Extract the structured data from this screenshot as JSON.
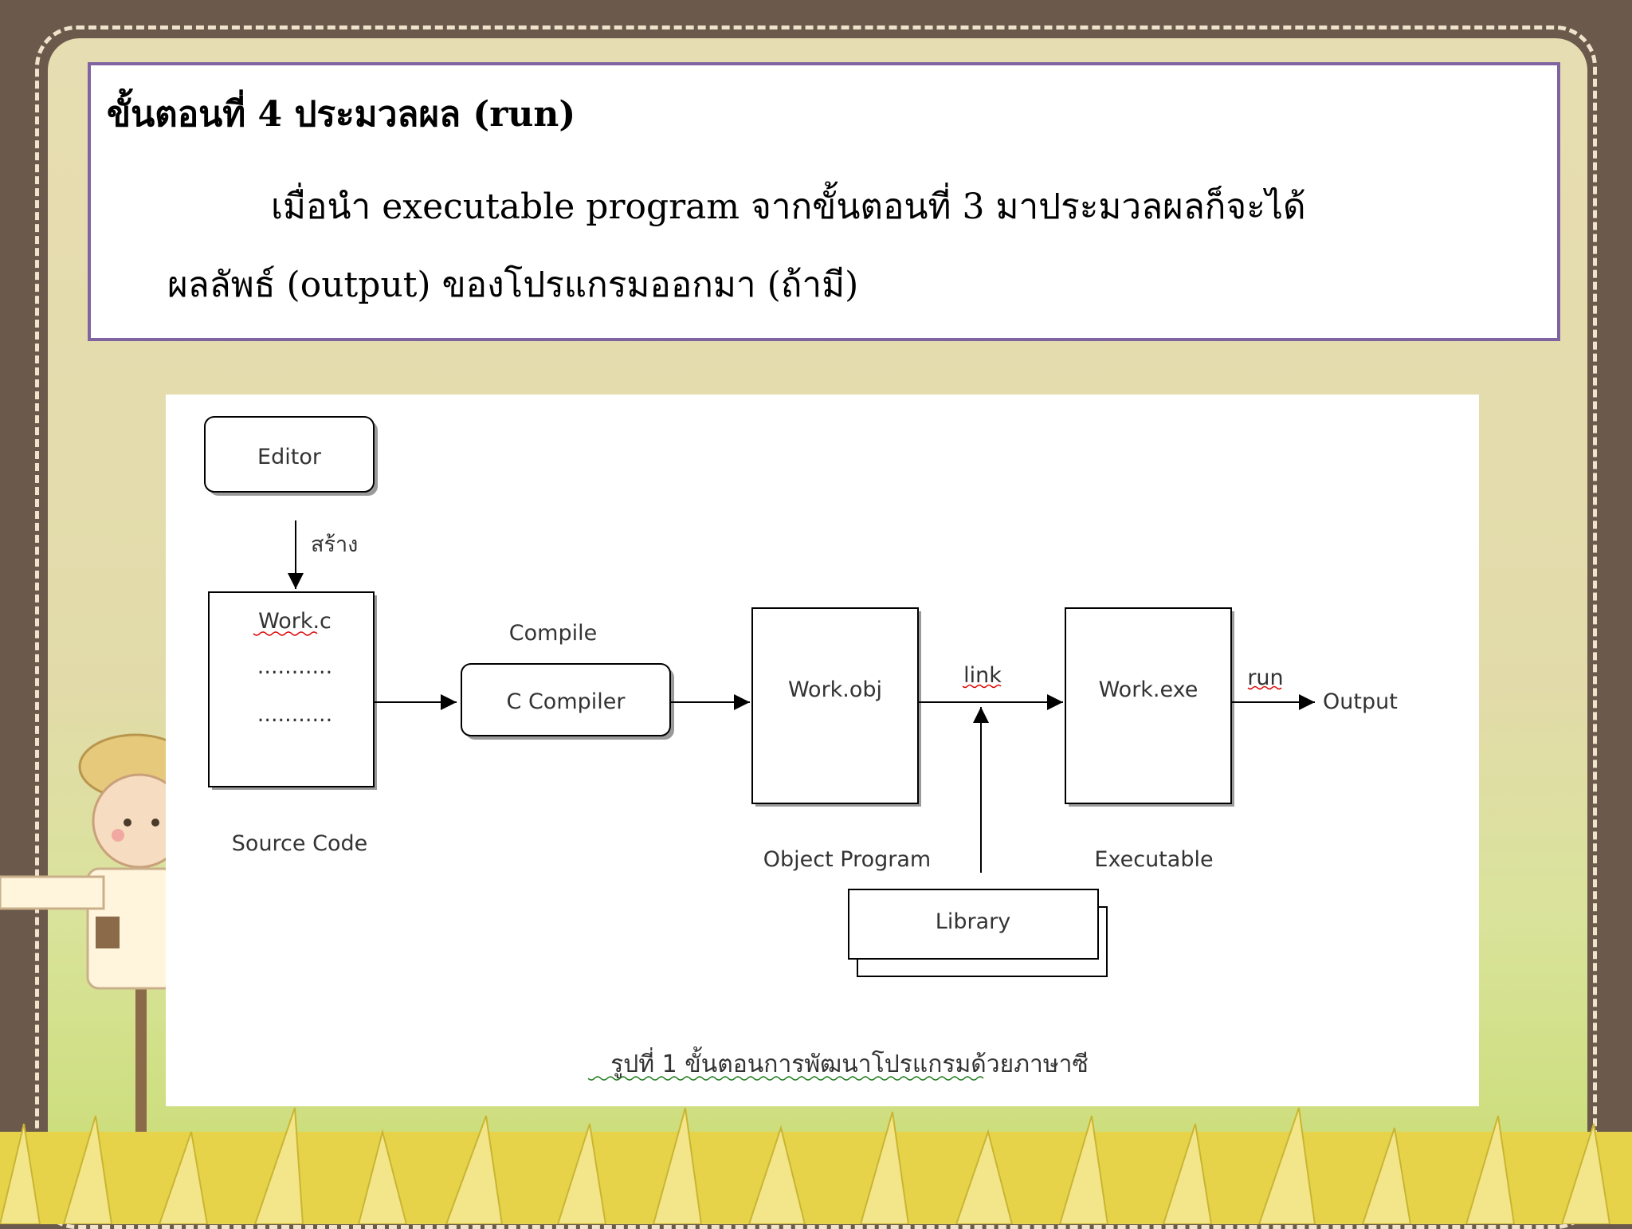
{
  "slide": {
    "title": "ขั้นตอนที่ 4 ประมวลผล (run)",
    "body_line1": "เมื่อนำ executable program  จากขั้นตอนที่ 3 มาประมวลผลก็จะได้",
    "body_line2": "ผลลัพธ์  (output) ของโปรแกรมออกมา (ถ้ามี)"
  },
  "diagram": {
    "nodes": {
      "editor": "Editor",
      "source_file": "Work.c",
      "dots1": "...........",
      "dots2": "...........",
      "source_caption": "Source  Code",
      "compile_label": "Compile",
      "compiler": "C  Compiler",
      "object_file": "Work.obj",
      "object_caption": "Object Program",
      "link_label": "link",
      "exe_file": "Work.exe",
      "exe_caption": "Executable",
      "run_label": "run",
      "output": "Output",
      "library": "Library",
      "create_label": "สร้าง"
    },
    "caption": "รูปที่  1   ขั้นตอนการพัฒนาโปรแกรมด้วยภาษาซี"
  },
  "colors": {
    "frame_border": "#8064a2",
    "background": "#6b5a4c",
    "panel": "#e4dcae"
  }
}
